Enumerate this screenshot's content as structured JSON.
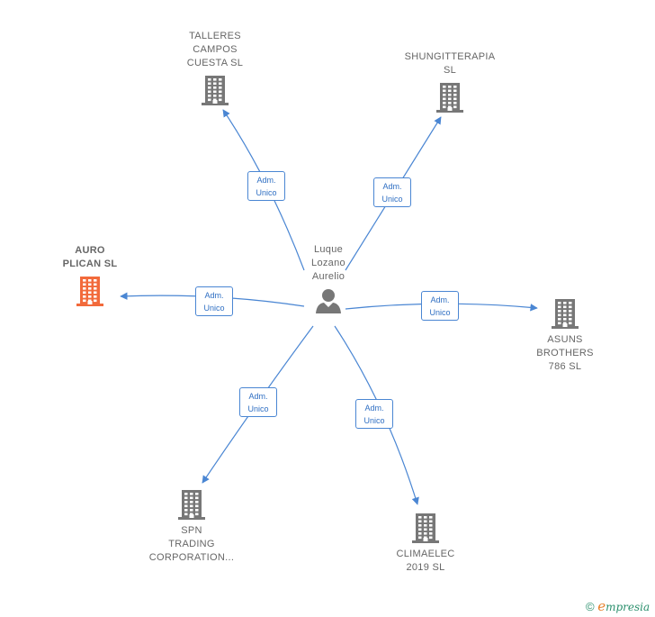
{
  "colors": {
    "edge": "#4a86d3",
    "building": "#777777",
    "highlight": "#f26a3b",
    "person": "#777777"
  },
  "center": {
    "label": "Luque\nLozano\nAurelio",
    "icon": "person-icon"
  },
  "nodes": [
    {
      "id": "talleres",
      "label": "TALLERES\nCAMPOS\nCUESTA  SL",
      "icon": "building-icon",
      "highlight": false
    },
    {
      "id": "shungitterapia",
      "label": "SHUNGITTERAPIA\nSL",
      "icon": "building-icon",
      "highlight": false
    },
    {
      "id": "auro",
      "label": "AURO\nPLICAN  SL",
      "icon": "building-icon",
      "highlight": true
    },
    {
      "id": "asuns",
      "label": "ASUNS\nBROTHERS\n786  SL",
      "icon": "building-icon",
      "highlight": false
    },
    {
      "id": "spn",
      "label": "SPN\nTRADING\nCORPORATION...",
      "icon": "building-icon",
      "highlight": false
    },
    {
      "id": "climaelec",
      "label": "CLIMAELEC\n2019  SL",
      "icon": "building-icon",
      "highlight": false
    }
  ],
  "relations": [
    {
      "target": "talleres",
      "line1": "Adm.",
      "line2": "Unico"
    },
    {
      "target": "shungitterapia",
      "line1": "Adm.",
      "line2": "Unico"
    },
    {
      "target": "auro",
      "line1": "Adm.",
      "line2": "Unico"
    },
    {
      "target": "asuns",
      "line1": "Adm.",
      "line2": "Unico"
    },
    {
      "target": "spn",
      "line1": "Adm.",
      "line2": "Unico"
    },
    {
      "target": "climaelec",
      "line1": "Adm.",
      "line2": "Unico"
    }
  ],
  "footer": {
    "copyright": "©",
    "brand_initial": "e",
    "brand_rest": "mpresia"
  }
}
